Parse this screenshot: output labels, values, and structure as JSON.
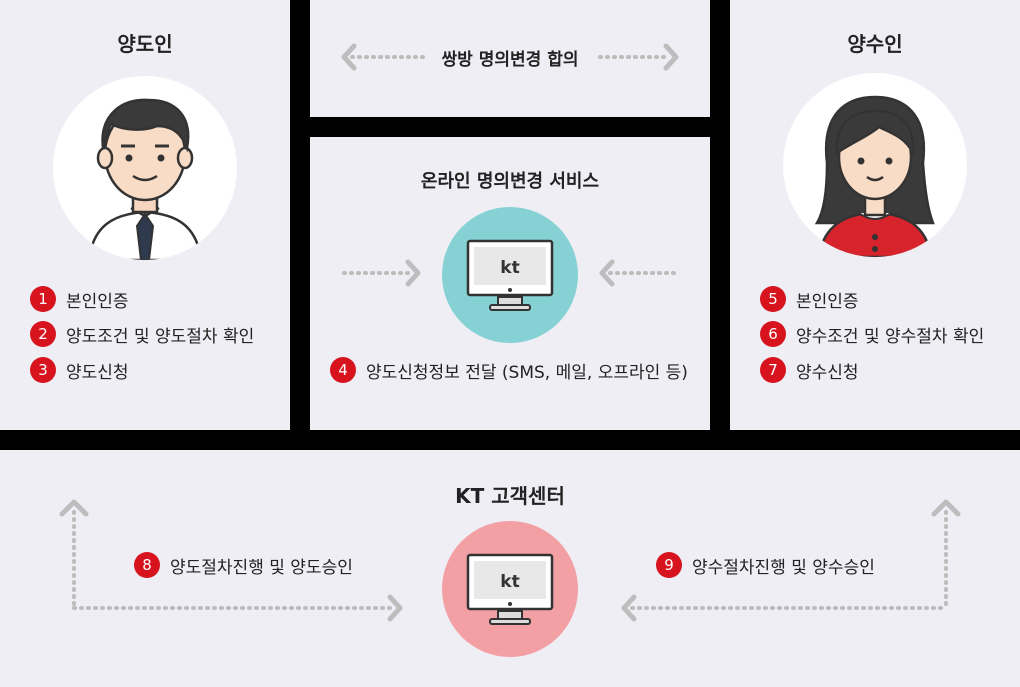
{
  "colors": {
    "panel_bg": "#efeef5",
    "divider": "#000000",
    "badge": "#d7141e",
    "online_circle": "#86d1d3",
    "center_circle": "#f3a0a5",
    "arrow": "#bdbdbd"
  },
  "transferor": {
    "title": "양도인",
    "steps": [
      {
        "num": "1",
        "label": "본인인증"
      },
      {
        "num": "2",
        "label": "양도조건 및 양도절차 확인"
      },
      {
        "num": "3",
        "label": "양도신청"
      }
    ]
  },
  "transferee": {
    "title": "양수인",
    "steps": [
      {
        "num": "5",
        "label": "본인인증"
      },
      {
        "num": "6",
        "label": "양수조건 및 양수절차 확인"
      },
      {
        "num": "7",
        "label": "양수신청"
      }
    ]
  },
  "agreement": {
    "label": "쌍방 명의변경 합의"
  },
  "online": {
    "title": "온라인 명의변경 서비스",
    "logo": "kt",
    "step": {
      "num": "4",
      "label": "양도신청정보 전달 (SMS, 메일, 오프라인 등)"
    }
  },
  "center": {
    "title": "KT 고객센터",
    "logo": "kt",
    "step_left": {
      "num": "8",
      "label": "양도절차진행 및 양도승인"
    },
    "step_right": {
      "num": "9",
      "label": "양수절차진행 및 양수승인"
    }
  }
}
